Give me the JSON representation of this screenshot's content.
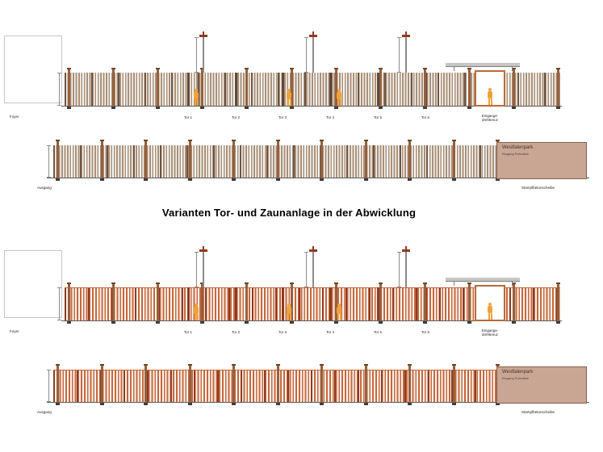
{
  "title": "Varianten Tor- und Zaunanlage in der Abwicklung",
  "colors": {
    "slat_variant1": "#a8907a",
    "accent_slat1": "#6e5443",
    "slat_variant2": "#c5683e",
    "accent_slat2": "#8e3b22",
    "gate_bar1": "#5f4a3a",
    "gate_bar2": "#8e3b22",
    "post": "#96603c",
    "post_dark": "#6f4527",
    "mast_cap": "#8e3b22",
    "figure": "#f0a23a",
    "portal_frame": "#b96b35",
    "park_fill": "#c9a694",
    "park_border": "#86604c",
    "ground": "#5a5a5a",
    "dim": "#8c8c8c"
  },
  "variant1": {
    "entry": {
      "foyer": "Foyer",
      "gates": [
        "Tor 1",
        "Tor 2",
        "Tor 3",
        "Tor 4",
        "Tor 5",
        "Tor 6"
      ],
      "turnstile_line1": "Eingangs-",
      "turnstile_line2": "drehkreuz"
    },
    "exit": {
      "ausgang": "Ausgang",
      "park_title": "Westfalenpark",
      "park_subtitle": "Eingang Ruhrallee",
      "wall": "Stampfbetonscheibe"
    }
  },
  "variant2": {
    "entry": {
      "foyer": "Foyer",
      "gates": [
        "Tor 1",
        "Tor 2",
        "Tor 3",
        "Tor 4",
        "Tor 5",
        "Tor 6"
      ],
      "turnstile_line1": "Eingangs-",
      "turnstile_line2": "drehkreuz"
    },
    "exit": {
      "ausgang": "Ausgang",
      "park_title": "Westfalenpark",
      "park_subtitle": "Eingang Ruhrallee",
      "wall": "Stampfbetonscheibe"
    }
  }
}
